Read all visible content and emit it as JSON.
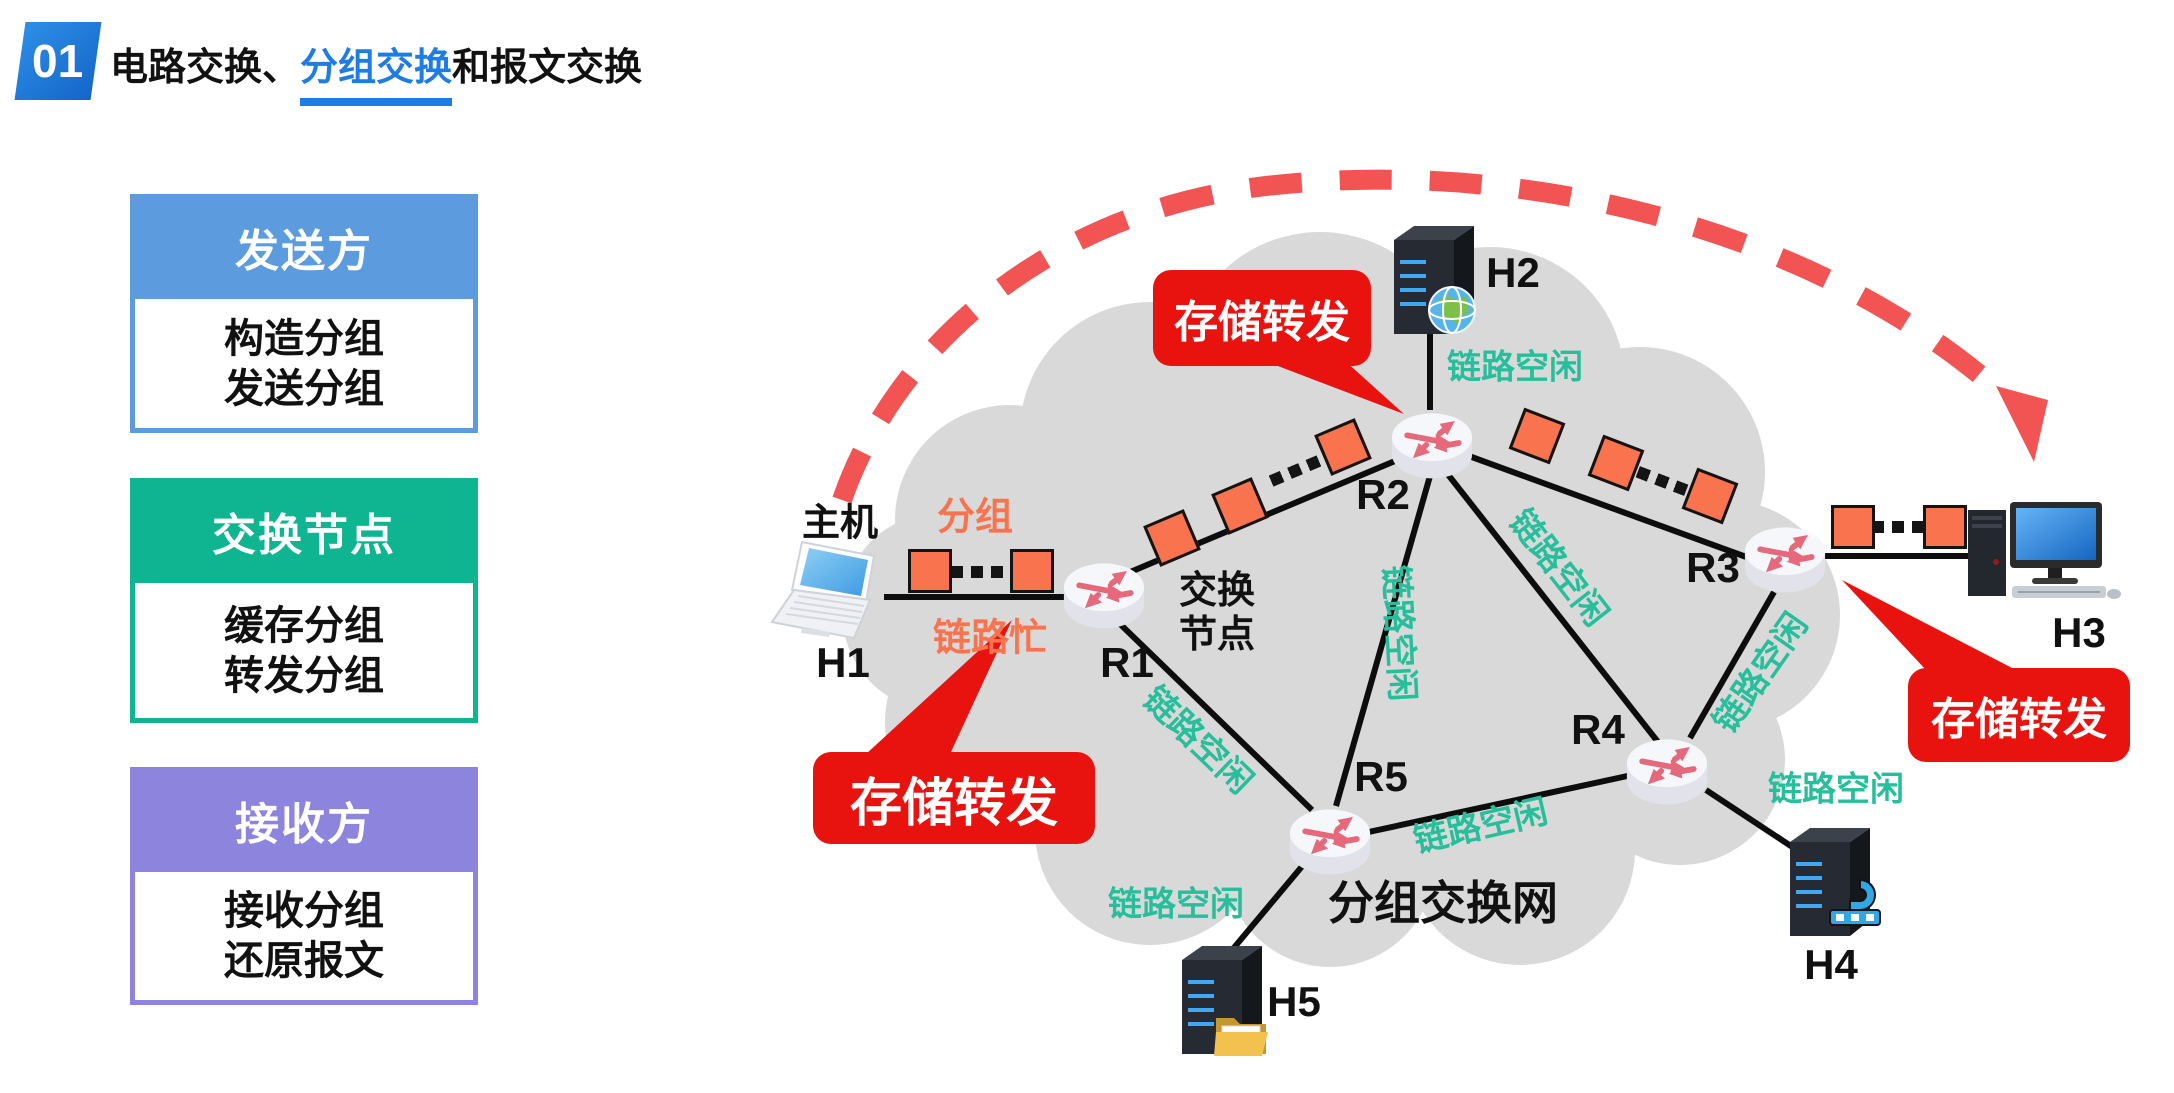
{
  "slide": {
    "badge": "01",
    "title": {
      "part1": "电路交换、",
      "part2": "分组交换",
      "part3": "和报文交换"
    }
  },
  "info_boxes": [
    {
      "title": "发送方",
      "line1": "构造分组",
      "line2": "发送分组"
    },
    {
      "title": "交换节点",
      "line1": "缓存分组",
      "line2": "转发分组"
    },
    {
      "title": "接收方",
      "line1": "接收分组",
      "line2": "还原报文"
    }
  ],
  "diagram": {
    "cloud_label": "分组交换网",
    "host_label": "主机",
    "packet_label": "分组",
    "link_busy_label": "链路忙",
    "link_idle_label": "链路空闲",
    "store_forward_label": "存储转发",
    "switch_node": {
      "line1": "交换",
      "line2": "节点"
    },
    "routers": {
      "r1": "R1",
      "r2": "R2",
      "r3": "R3",
      "r4": "R4",
      "r5": "R5"
    },
    "hosts": {
      "h1": "H1",
      "h2": "H2",
      "h3": "H3",
      "h4": "H4",
      "h5": "H5"
    }
  },
  "colors": {
    "title_accent": "#1e7ce4",
    "sender_blue": "#5c9cde",
    "switch_green": "#0fb491",
    "receiver_purple": "#8d84de",
    "packet_orange": "#f9744e",
    "idle_green": "#27be9b",
    "busy_orange": "#f9744e",
    "callout_red": "#e8120f",
    "dashed_arrow_red": "#f25353",
    "cloud_gray": "#d9d9d9"
  }
}
